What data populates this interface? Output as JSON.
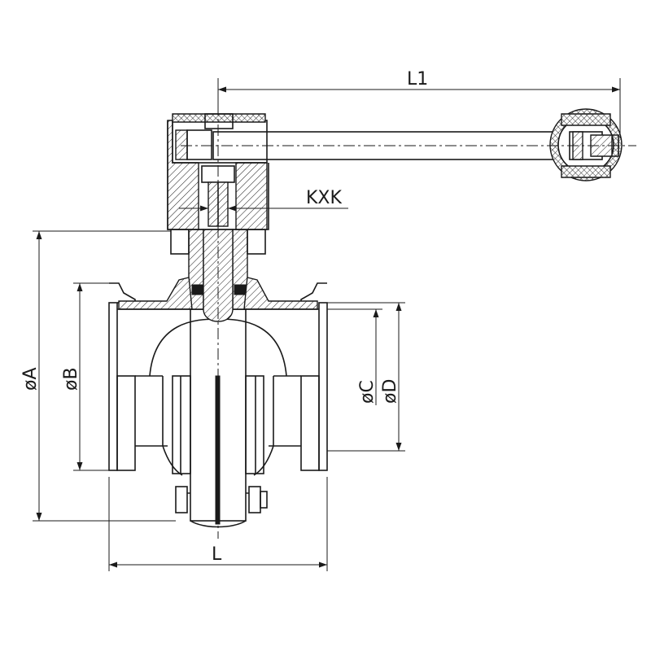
{
  "labels": {
    "l1": "L1",
    "l": "L",
    "kxk": "KXK",
    "dia_a": "øA",
    "dia_b": "øB",
    "dia_c": "øC",
    "dia_d": "øD"
  }
}
